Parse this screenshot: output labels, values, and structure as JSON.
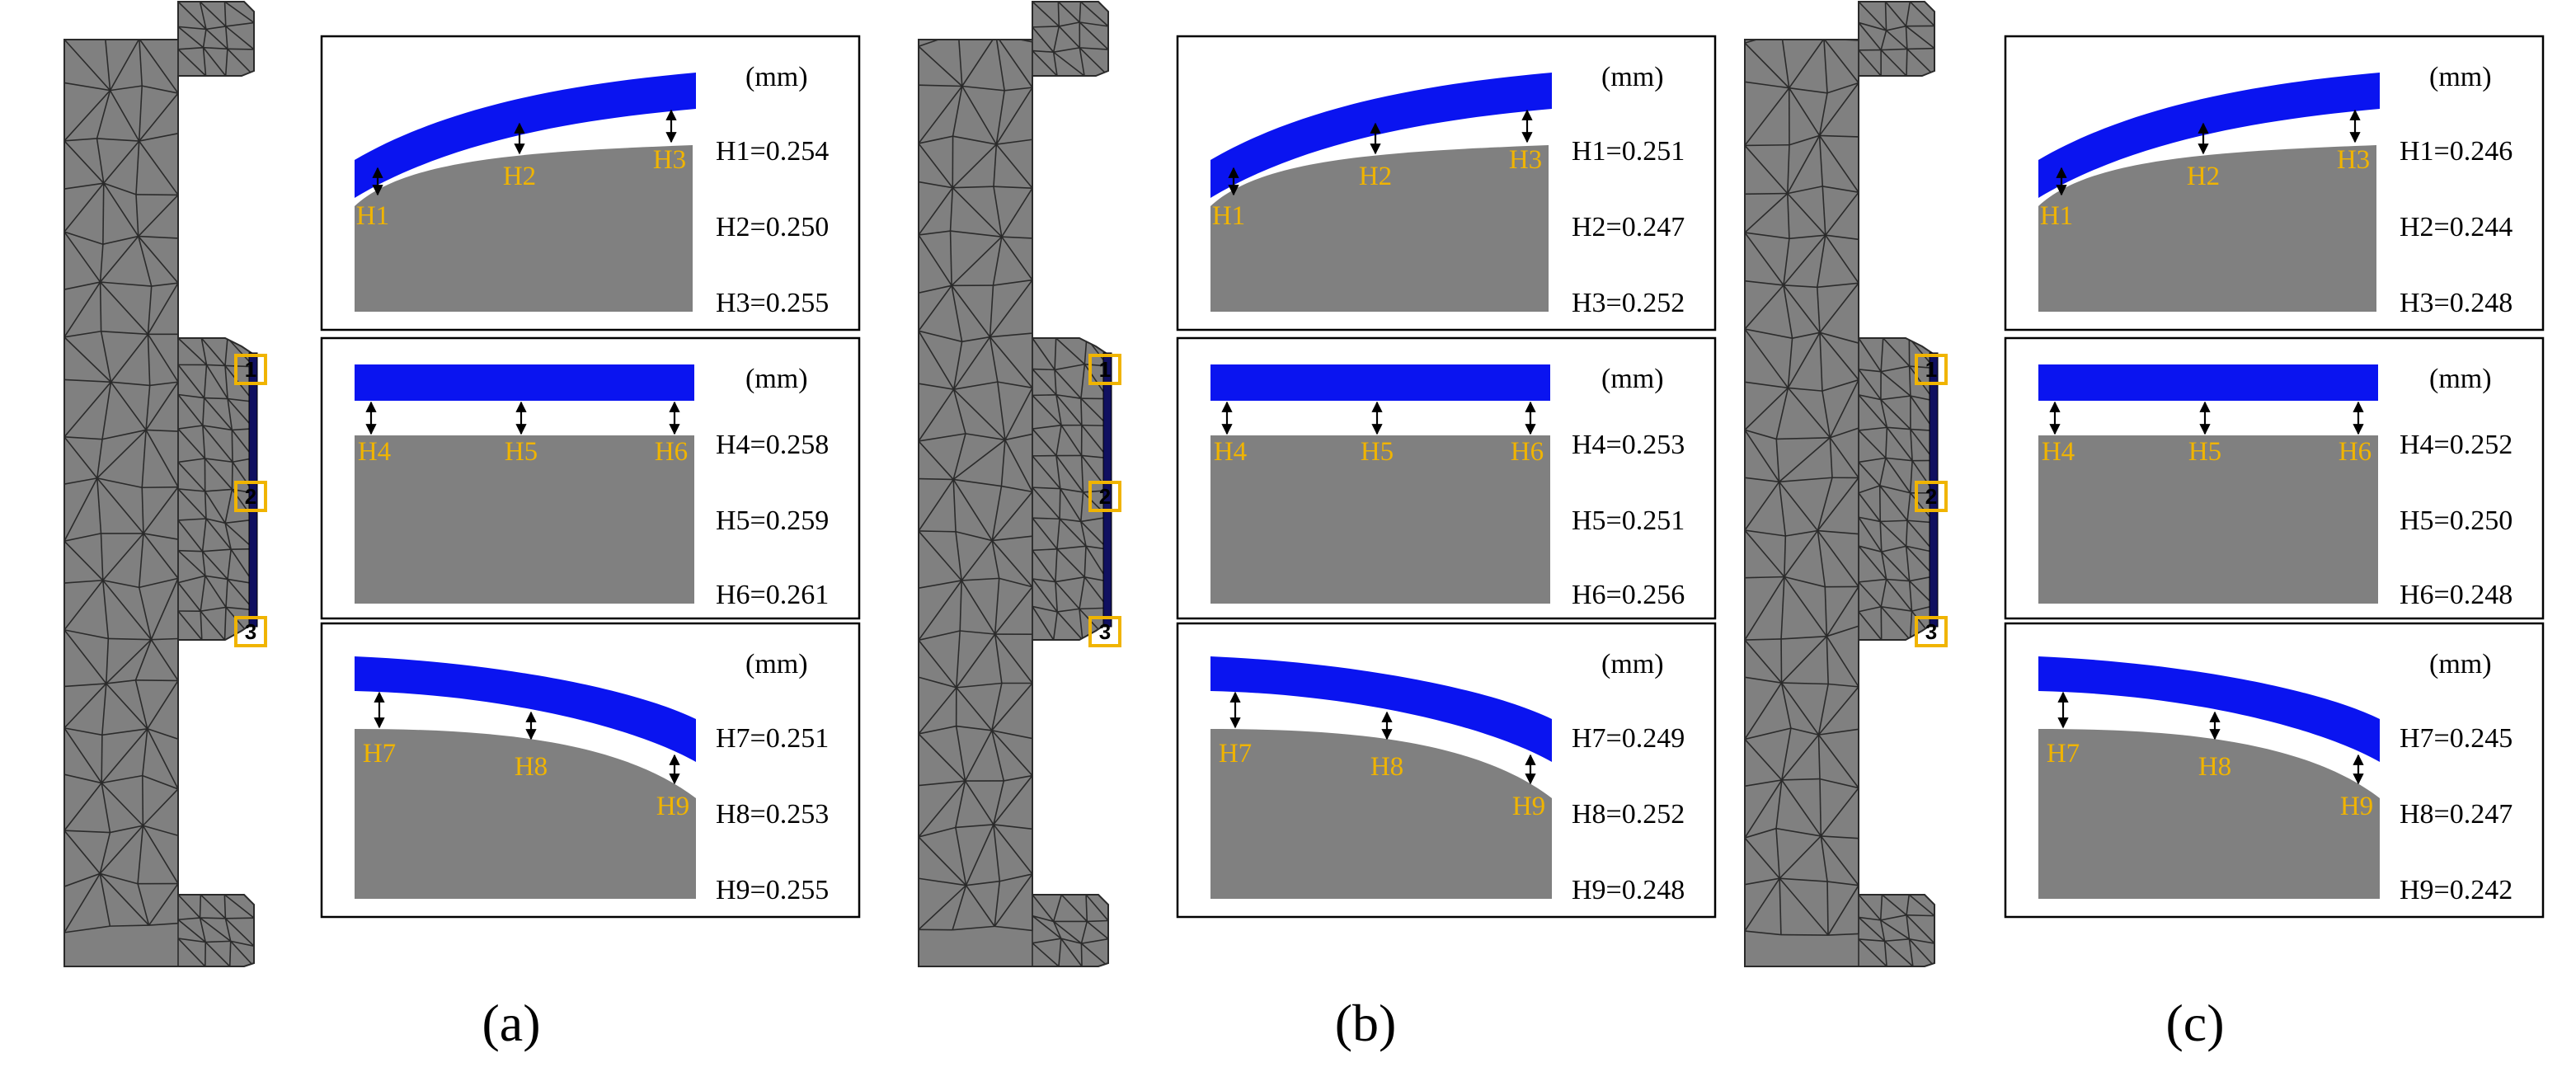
{
  "colors": {
    "film": "#0a14f0",
    "body": "#808080",
    "mesh": "#7f7f7f",
    "label": "#f0b400",
    "marker": "#f0b400"
  },
  "unit": "(mm)",
  "markers": [
    "1",
    "2",
    "3"
  ],
  "figures": [
    {
      "caption": "(a)",
      "panels": [
        {
          "labels": [
            "H1",
            "H2",
            "H3"
          ],
          "values": [
            "H1=0.254",
            "H2=0.250",
            "H3=0.255"
          ]
        },
        {
          "labels": [
            "H4",
            "H5",
            "H6"
          ],
          "values": [
            "H4=0.258",
            "H5=0.259",
            "H6=0.261"
          ]
        },
        {
          "labels": [
            "H7",
            "H8",
            "H9"
          ],
          "values": [
            "H7=0.251",
            "H8=0.253",
            "H9=0.255"
          ]
        }
      ]
    },
    {
      "caption": "(b)",
      "panels": [
        {
          "labels": [
            "H1",
            "H2",
            "H3"
          ],
          "values": [
            "H1=0.251",
            "H2=0.247",
            "H3=0.252"
          ]
        },
        {
          "labels": [
            "H4",
            "H5",
            "H6"
          ],
          "values": [
            "H4=0.253",
            "H5=0.251",
            "H6=0.256"
          ]
        },
        {
          "labels": [
            "H7",
            "H8",
            "H9"
          ],
          "values": [
            "H7=0.249",
            "H8=0.252",
            "H9=0.248"
          ]
        }
      ]
    },
    {
      "caption": "(c)",
      "panels": [
        {
          "labels": [
            "H1",
            "H2",
            "H3"
          ],
          "values": [
            "H1=0.246",
            "H2=0.244",
            "H3=0.248"
          ]
        },
        {
          "labels": [
            "H4",
            "H5",
            "H6"
          ],
          "values": [
            "H4=0.252",
            "H5=0.250",
            "H6=0.248"
          ]
        },
        {
          "labels": [
            "H7",
            "H8",
            "H9"
          ],
          "values": [
            "H7=0.245",
            "H8=0.247",
            "H9=0.242"
          ]
        }
      ]
    }
  ]
}
